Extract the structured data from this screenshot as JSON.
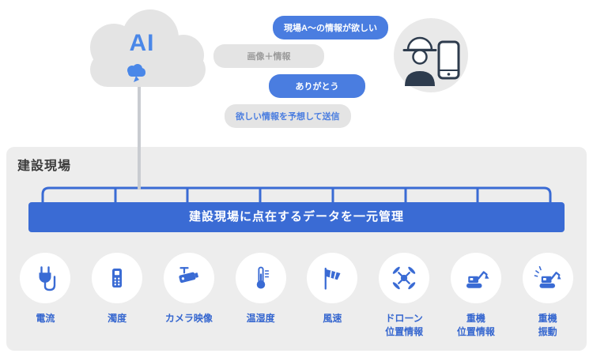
{
  "colors": {
    "accent_blue": "#3a6bd4",
    "bubble_blue": "#4a7de0",
    "label_blue": "#3566cf",
    "ai_blue": "#4a87e8",
    "panel_gray": "#ededed",
    "cloud_gray": "#e4e4e4",
    "bubble_gray": "#e4e4e4",
    "gray_text": "#9b9b9b",
    "person_dark": "#2e3c4e"
  },
  "cloud": {
    "label": "AI",
    "icon": "brain-icon"
  },
  "person": {
    "icons": [
      "construction-worker-icon",
      "smartphone-icon"
    ]
  },
  "chat": {
    "bubbles": [
      {
        "text": "現場A〜の情報が欲しい",
        "style": "blue",
        "from": "person"
      },
      {
        "text": "画像＋情報",
        "style": "gray",
        "from": "ai"
      },
      {
        "text": "ありがとう",
        "style": "blue",
        "from": "person"
      },
      {
        "text": "欲しい情報を予想して送信",
        "style": "gray-blue",
        "from": "ai"
      }
    ]
  },
  "site": {
    "title": "建設現場",
    "banner": "建設現場に点在するデータを一元管理",
    "sensors": [
      {
        "label": "電流",
        "icon": "plug-icon"
      },
      {
        "label": "濁度",
        "icon": "turbidity-meter-icon"
      },
      {
        "label": "カメラ映像",
        "icon": "cctv-camera-icon"
      },
      {
        "label": "温湿度",
        "icon": "thermometer-icon"
      },
      {
        "label": "風速",
        "icon": "windsock-icon"
      },
      {
        "label": "ドローン\n位置情報",
        "icon": "drone-icon"
      },
      {
        "label": "重機\n位置情報",
        "icon": "excavator-icon"
      },
      {
        "label": "重機\n振動",
        "icon": "excavator-vibration-icon"
      }
    ]
  }
}
